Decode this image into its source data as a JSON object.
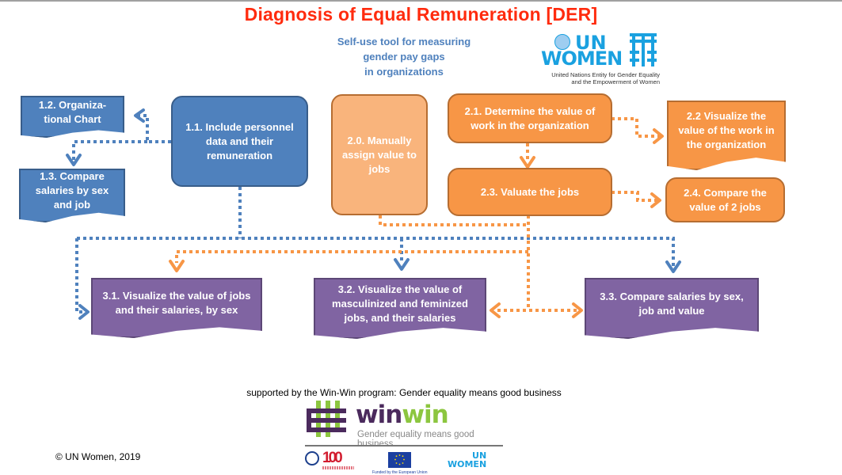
{
  "header": {
    "title": "Diagnosis of Equal Remuneration [DER]",
    "subtitle_lines": [
      "Self-use tool for measuring",
      "gender pay gaps",
      "in organizations"
    ]
  },
  "logo_unwomen": {
    "line1": "UN",
    "line2": "WOMEN",
    "caption_lines": [
      "United Nations Entity for Gender Equality",
      "and the Empowerment of Women"
    ],
    "color": "#1aa1e0"
  },
  "colors": {
    "title": "#ff2b0e",
    "blue": "#4f81bd",
    "orange": "#f79646",
    "light_orange": "#f9b47c",
    "purple": "#8064a2"
  },
  "diagram": {
    "nodes": [
      {
        "id": "1.1",
        "label": "1.1. Include personnel data and their remuneration",
        "group": "personnel",
        "shape": "process"
      },
      {
        "id": "1.2",
        "label": "1.2. Organiza-tional Chart",
        "group": "personnel",
        "shape": "document"
      },
      {
        "id": "1.3",
        "label": "1.3. Compare salaries by sex and job",
        "group": "personnel",
        "shape": "document"
      },
      {
        "id": "2.0",
        "label": "2.0. Manually assign value to jobs",
        "group": "valuation-manual",
        "shape": "process"
      },
      {
        "id": "2.1",
        "label": "2.1. Determine the value of work in the organization",
        "group": "valuation",
        "shape": "process"
      },
      {
        "id": "2.2",
        "label": "2.2 Visualize the value of the work in the organization",
        "group": "valuation",
        "shape": "document"
      },
      {
        "id": "2.3",
        "label": "2.3. Valuate the jobs",
        "group": "valuation",
        "shape": "process"
      },
      {
        "id": "2.4",
        "label": "2.4. Compare the value of 2 jobs",
        "group": "valuation",
        "shape": "process"
      },
      {
        "id": "3.1",
        "label": "3.1. Visualize the value of jobs and their salaries, by sex",
        "group": "analysis",
        "shape": "document"
      },
      {
        "id": "3.2",
        "label": "3.2. Visualize the value of masculinized and feminized jobs, and their salaries",
        "group": "analysis",
        "shape": "document"
      },
      {
        "id": "3.3",
        "label": "3.3. Compare salaries by sex, job and value",
        "group": "analysis",
        "shape": "document"
      }
    ],
    "edges": [
      {
        "from": "1.1",
        "to": "1.2",
        "color": "blue"
      },
      {
        "from": "1.1",
        "to": "1.3",
        "color": "blue"
      },
      {
        "from": "1.1",
        "to": "3.1",
        "color": "blue"
      },
      {
        "from": "1.1",
        "to": "3.2",
        "color": "blue"
      },
      {
        "from": "1.1",
        "to": "3.3",
        "color": "blue"
      },
      {
        "from": "2.1",
        "to": "2.2",
        "color": "orange"
      },
      {
        "from": "2.1",
        "to": "2.3",
        "color": "orange"
      },
      {
        "from": "2.3",
        "to": "2.4",
        "color": "orange"
      },
      {
        "from": "2.0",
        "to": "3.1",
        "color": "orange"
      },
      {
        "from": "2.3",
        "to": "3.1",
        "color": "orange"
      },
      {
        "from": "2.3",
        "to": "3.2",
        "color": "orange"
      },
      {
        "from": "2.3",
        "to": "3.3",
        "color": "orange"
      }
    ]
  },
  "footer": {
    "support_text": "supported by the Win-Win program: Gender equality means good business",
    "winwin_word_part1": "win",
    "winwin_word_part2": "win",
    "winwin_tagline": "Gender equality means good business",
    "eu_caption": "Funded by the European Union",
    "ilo_text": "100",
    "unwomen_small": [
      "UN",
      "WOMEN"
    ],
    "copyright": "© UN Women, 2019"
  }
}
